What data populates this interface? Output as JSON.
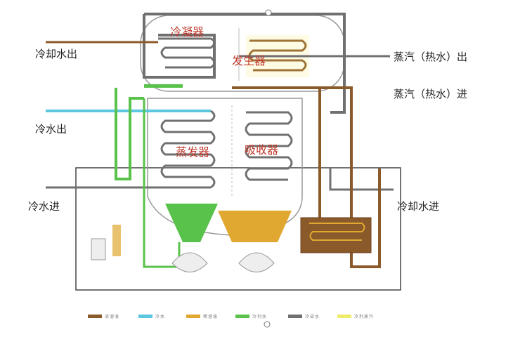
{
  "labels": {
    "condenser": "冷凝器",
    "generator": "发生器",
    "evaporator": "蒸发器",
    "absorber": "吸收器",
    "cooling_water_out": "冷却水出",
    "steam_out": "蒸汽（热水）出",
    "steam_in": "蒸汽（热水）进",
    "chilled_water_out": "冷水出",
    "chilled_water_in": "冷水进",
    "cooling_water_in": "冷却水进"
  },
  "legend": [
    {
      "color": "#8b5a2b",
      "text": "浓溶液"
    },
    {
      "color": "#5bc8e0",
      "text": "冷水"
    },
    {
      "color": "#e0a830",
      "text": "稀溶液"
    },
    {
      "color": "#59c24a",
      "text": "冷剂水"
    },
    {
      "color": "#707070",
      "text": "冷却水"
    },
    {
      "color": "#ecec6a",
      "text": "冷剂蒸汽"
    }
  ],
  "colors": {
    "steam": "#8b5a2b",
    "chilled_water": "#5bc8e0",
    "dilute": "#e0a830",
    "refrigerant": "#59c24a",
    "cooling": "#707070",
    "vapor": "#ecec6a"
  }
}
